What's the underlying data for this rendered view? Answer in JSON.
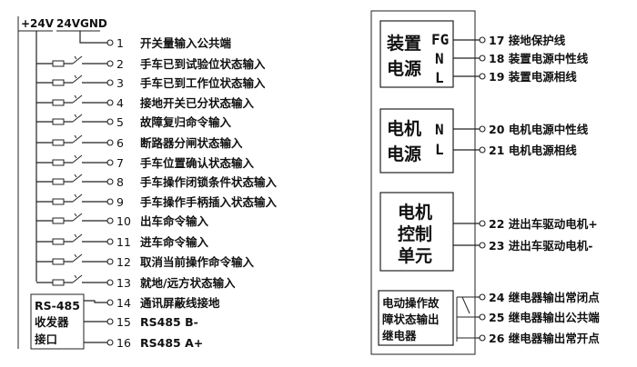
{
  "left": {
    "rail_plus": "+24V",
    "rail_gnd": "24VGND",
    "terminals": [
      {
        "num": "1",
        "label": "开关量输入公共端"
      },
      {
        "num": "2",
        "label": "手车已到试验位状态输入"
      },
      {
        "num": "3",
        "label": "手车已到工作位状态输入"
      },
      {
        "num": "4",
        "label": "接地开关已分状态输入"
      },
      {
        "num": "5",
        "label": "故障复归命令输入"
      },
      {
        "num": "6",
        "label": "断路器分闸状态输入"
      },
      {
        "num": "7",
        "label": "手车位置确认状态输入"
      },
      {
        "num": "8",
        "label": "手车操作闭锁条件状态输入"
      },
      {
        "num": "9",
        "label": "手车操作手柄插入状态输入"
      },
      {
        "num": "10",
        "label": "出车命令输入"
      },
      {
        "num": "11",
        "label": "进车命令输入"
      },
      {
        "num": "12",
        "label": "取消当前操作命令输入"
      },
      {
        "num": "13",
        "label": "就地/远方状态输入"
      },
      {
        "num": "14",
        "label": "通讯屏蔽线接地"
      },
      {
        "num": "15",
        "label": "RS485 B-"
      },
      {
        "num": "16",
        "label": "RS485 A+"
      }
    ],
    "rs485_box": [
      "RS-485",
      "收发器",
      "接口"
    ]
  },
  "right": {
    "power_box": {
      "title": [
        "装置",
        "电源"
      ],
      "pins": [
        "FG",
        "N",
        "L"
      ]
    },
    "motor_power_box": {
      "title": [
        "电机",
        "电源"
      ],
      "pins": [
        "N",
        "L"
      ]
    },
    "motor_ctrl_box": {
      "title": [
        "电机",
        "控制",
        "单元"
      ]
    },
    "relay_box": {
      "title": [
        "电动操作故",
        "障状态输出",
        "继电器"
      ]
    },
    "terminals": [
      {
        "num": "17",
        "label": "接地保护线"
      },
      {
        "num": "18",
        "label": "装置电源中性线"
      },
      {
        "num": "19",
        "label": "装置电源相线"
      },
      {
        "num": "20",
        "label": "电机电源中性线"
      },
      {
        "num": "21",
        "label": "电机电源相线"
      },
      {
        "num": "22",
        "label": "进出车驱动电机+"
      },
      {
        "num": "23",
        "label": "进出车驱动电机-"
      },
      {
        "num": "24",
        "label": "继电器输出常闭点"
      },
      {
        "num": "25",
        "label": "继电器输出公共端"
      },
      {
        "num": "26",
        "label": "继电器输出常开点"
      }
    ]
  }
}
